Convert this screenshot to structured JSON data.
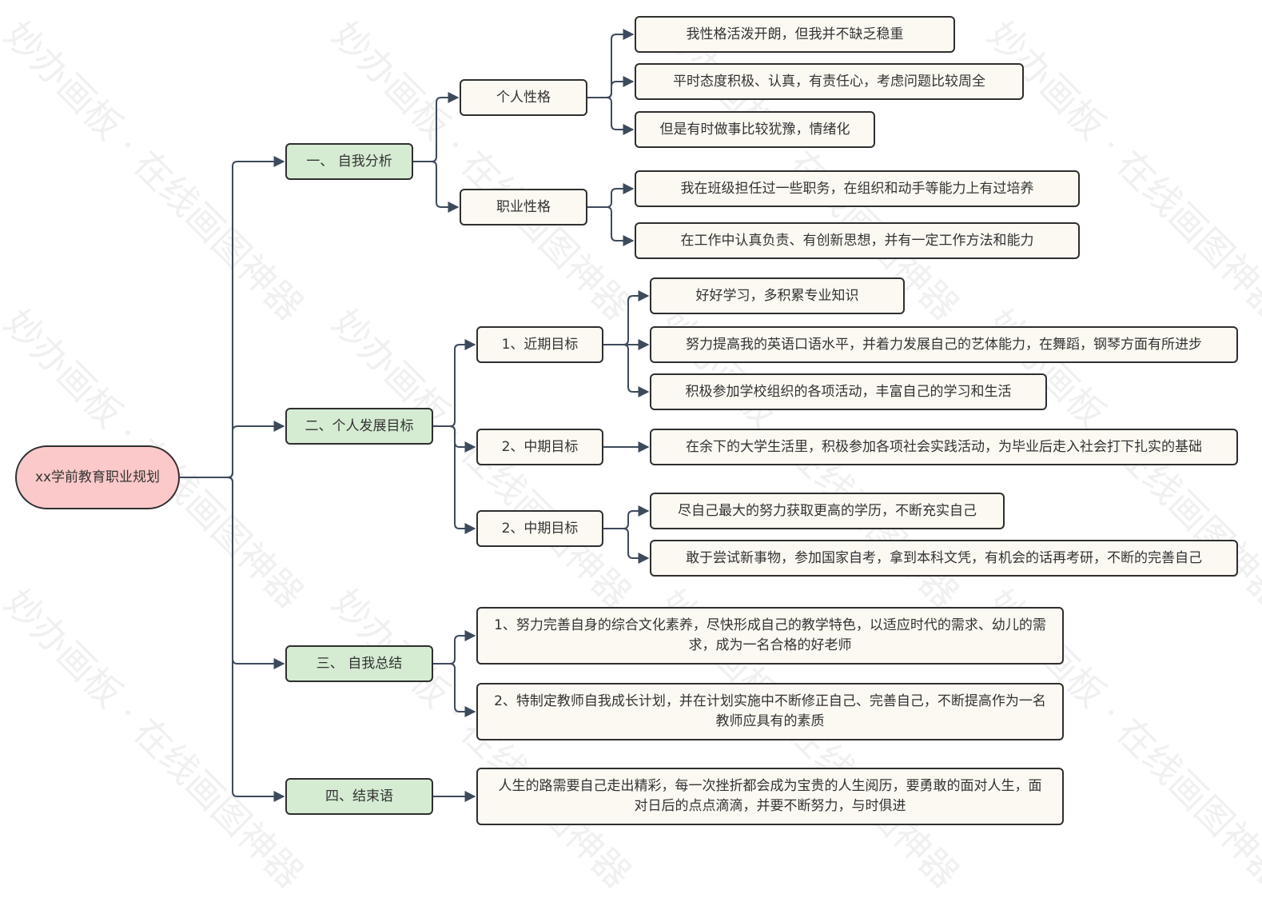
{
  "root": {
    "label": "xx学前教育职业规划"
  },
  "branches": [
    {
      "label": "一、 自我分析",
      "children": [
        {
          "label": "个人性格",
          "leaves": [
            "我性格活泼开朗，但我并不缺乏稳重",
            "平时态度积极、认真，有责任心，考虑问题比较周全",
            "但是有时做事比较犹豫，情绪化"
          ]
        },
        {
          "label": "职业性格",
          "leaves": [
            "我在班级担任过一些职务，在组织和动手等能力上有过培养",
            "在工作中认真负责、有创新思想，并有一定工作方法和能力"
          ]
        }
      ]
    },
    {
      "label": "二、个人发展目标",
      "children": [
        {
          "label": "1、近期目标",
          "leaves": [
            "好好学习，多积累专业知识",
            "努力提高我的英语口语水平，并着力发展自己的艺体能力，在舞蹈，钢琴方面有所进步",
            "积极参加学校组织的各项活动，丰富自己的学习和生活"
          ]
        },
        {
          "label": "2、中期目标",
          "leaves": [
            "在余下的大学生活里，积极参加各项社会实践活动，为毕业后走入社会打下扎实的基础"
          ]
        },
        {
          "label": "2、中期目标",
          "leaves": [
            "尽自己最大的努力获取更高的学历，不断充实自己",
            "敢于尝试新事物，参加国家自考，拿到本科文凭，有机会的话再考研，不断的完善自己"
          ]
        }
      ]
    },
    {
      "label": "三、 自我总结",
      "children": [
        {
          "label": "1、努力完善自身的综合文化素养，尽快形成自己的教学特色，以适应时代的需求、幼儿的需求，成为一名合格的好老师"
        },
        {
          "label": "2、特制定教师自我成长计划，并在计划实施中不断修正自己、完善自己，不断提高作为一名教师应具有的素质"
        }
      ]
    },
    {
      "label": "四、结束语",
      "children": [
        {
          "label": "人生的路需要自己走出精彩，每一次挫折都会成为宝贵的人生阅历，要勇敢的面对人生，面对日后的点点滴滴，并要不断努力，与时俱进"
        }
      ]
    }
  ],
  "watermark": "妙办画板 · 在线画图神器",
  "colors": {
    "root_fill": "#fbc9c9",
    "branch_fill": "#d5ecd3",
    "node_fill": "#fcf9f2",
    "border": "#2f2f2f",
    "connector": "#3d4a5c"
  }
}
